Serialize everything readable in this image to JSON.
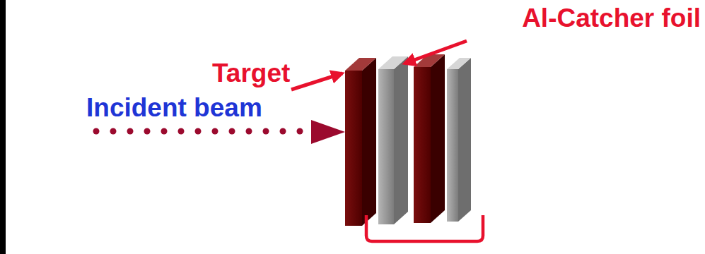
{
  "diagram": {
    "labels": [
      "Al-Catcher foil",
      "Target",
      "Incident beam"
    ]
  }
}
